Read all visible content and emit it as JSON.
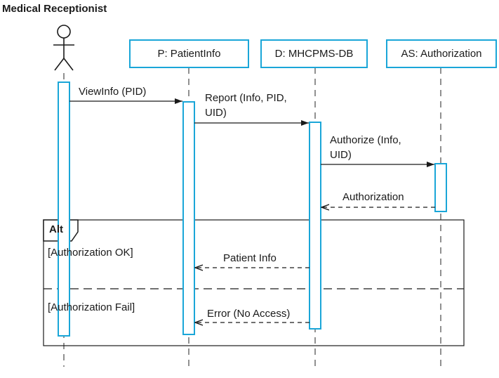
{
  "actor": {
    "name": "Medical Receptionist"
  },
  "objects": [
    {
      "id": "patientinfo",
      "label": "P: PatientInfo"
    },
    {
      "id": "mhcpms_db",
      "label": "D: MHCPMS-DB"
    },
    {
      "id": "authorization",
      "label": "AS: Authorization"
    }
  ],
  "messages": [
    {
      "id": "viewinfo",
      "line1": "ViewInfo (PID)",
      "line2": "",
      "style": "solid"
    },
    {
      "id": "report",
      "line1": "Report (Info, PID,",
      "line2": "UID)",
      "style": "solid"
    },
    {
      "id": "authorize",
      "line1": "Authorize (Info,",
      "line2": "UID)",
      "style": "solid"
    },
    {
      "id": "authorization_reply",
      "line1": "Authorization",
      "line2": "",
      "style": "dashed"
    },
    {
      "id": "patient_info_reply",
      "line1": "Patient Info",
      "line2": "",
      "style": "dashed"
    },
    {
      "id": "error_reply",
      "line1": "Error (No Access)",
      "line2": "",
      "style": "dashed"
    }
  ],
  "fragment": {
    "operator": "Alt",
    "guards": [
      "[Authorization OK]",
      "[Authorization Fail]"
    ]
  },
  "colors": {
    "activation": "#1aa6d8",
    "line": "#1a1a1a",
    "dash": "#555555"
  }
}
